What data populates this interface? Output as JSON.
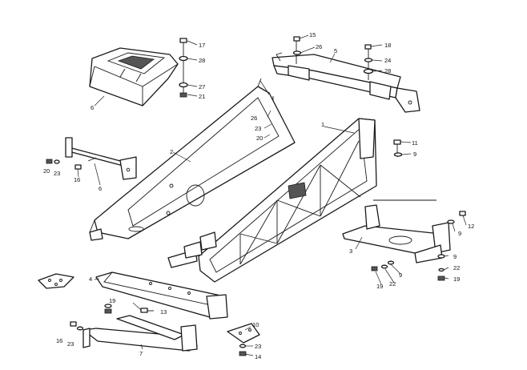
{
  "callouts": [
    {
      "id": "c1",
      "text": "1"
    },
    {
      "id": "c2",
      "text": "2"
    },
    {
      "id": "c3",
      "text": "3"
    },
    {
      "id": "c4",
      "text": "4"
    },
    {
      "id": "c5",
      "text": "5"
    },
    {
      "id": "c6a",
      "text": "6"
    },
    {
      "id": "c6b",
      "text": "6"
    },
    {
      "id": "c7",
      "text": "7"
    },
    {
      "id": "c9a",
      "text": "9"
    },
    {
      "id": "c9b",
      "text": "9"
    },
    {
      "id": "c9c",
      "text": "9"
    },
    {
      "id": "c9d",
      "text": "9"
    },
    {
      "id": "c10",
      "text": "10"
    },
    {
      "id": "c11",
      "text": "11"
    },
    {
      "id": "c12",
      "text": "12"
    },
    {
      "id": "c13",
      "text": "13"
    },
    {
      "id": "c14",
      "text": "14"
    },
    {
      "id": "c15",
      "text": "15"
    },
    {
      "id": "c16a",
      "text": "16"
    },
    {
      "id": "c16b",
      "text": "16"
    },
    {
      "id": "c17",
      "text": "17"
    },
    {
      "id": "c18",
      "text": "18"
    },
    {
      "id": "c19a",
      "text": "19"
    },
    {
      "id": "c19b",
      "text": "19"
    },
    {
      "id": "c19c",
      "text": "19"
    },
    {
      "id": "c20a",
      "text": "20"
    },
    {
      "id": "c20b",
      "text": "20"
    },
    {
      "id": "c21",
      "text": "21"
    },
    {
      "id": "c22a",
      "text": "22"
    },
    {
      "id": "c22b",
      "text": "22"
    },
    {
      "id": "c23a",
      "text": "23"
    },
    {
      "id": "c23b",
      "text": "23"
    },
    {
      "id": "c23c",
      "text": "23"
    },
    {
      "id": "c23d",
      "text": "23"
    },
    {
      "id": "c24",
      "text": "24"
    },
    {
      "id": "c26a",
      "text": "26"
    },
    {
      "id": "c26b",
      "text": "26"
    },
    {
      "id": "c27",
      "text": "27"
    },
    {
      "id": "c28a",
      "text": "28"
    },
    {
      "id": "c28b",
      "text": "28"
    }
  ]
}
